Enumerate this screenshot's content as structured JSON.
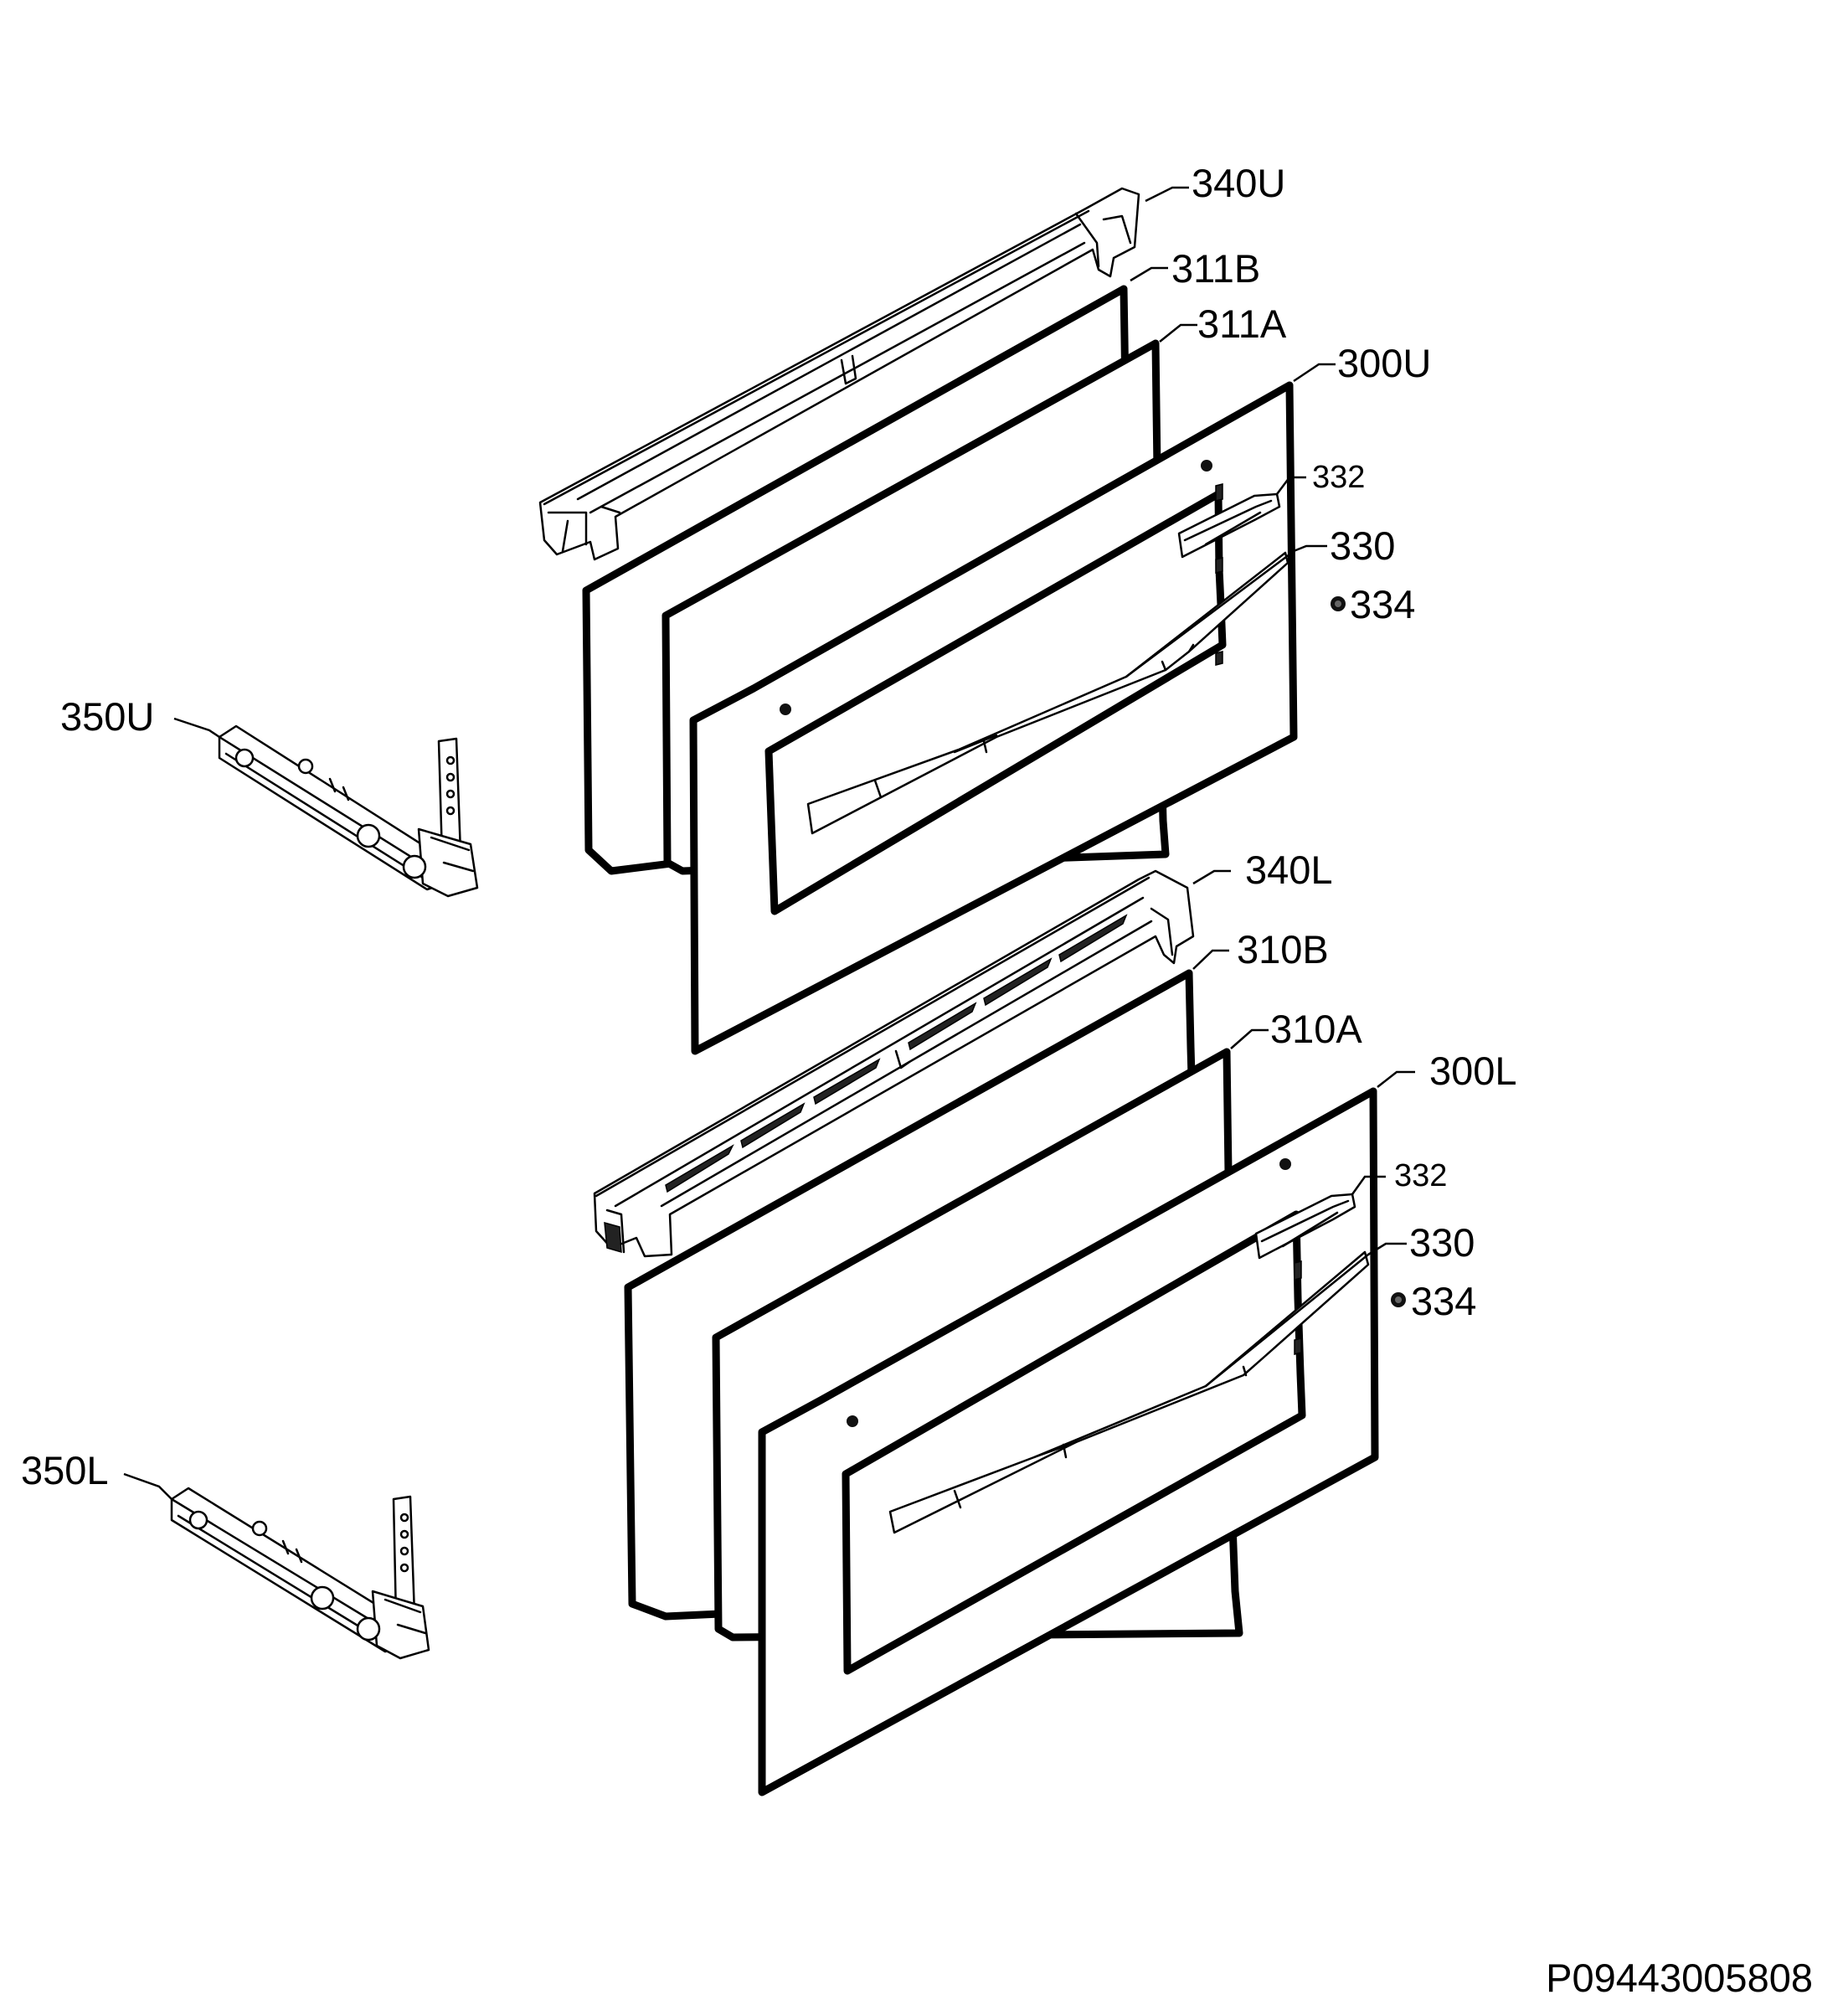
{
  "diagram": {
    "drawing_code": "P09443005808",
    "labels": {
      "upper_frame": "340U",
      "upper_glass_b": "311B",
      "upper_glass_a": "311A",
      "upper_door": "300U",
      "upper_handle_cap": "332",
      "upper_handle": "330",
      "upper_screw": "334",
      "upper_hinge": "350U",
      "lower_frame": "340L",
      "lower_glass_b": "310B",
      "lower_glass_a": "310A",
      "lower_door": "300L",
      "lower_handle_cap": "332",
      "lower_handle": "330",
      "lower_screw": "334",
      "lower_hinge": "350L"
    }
  }
}
